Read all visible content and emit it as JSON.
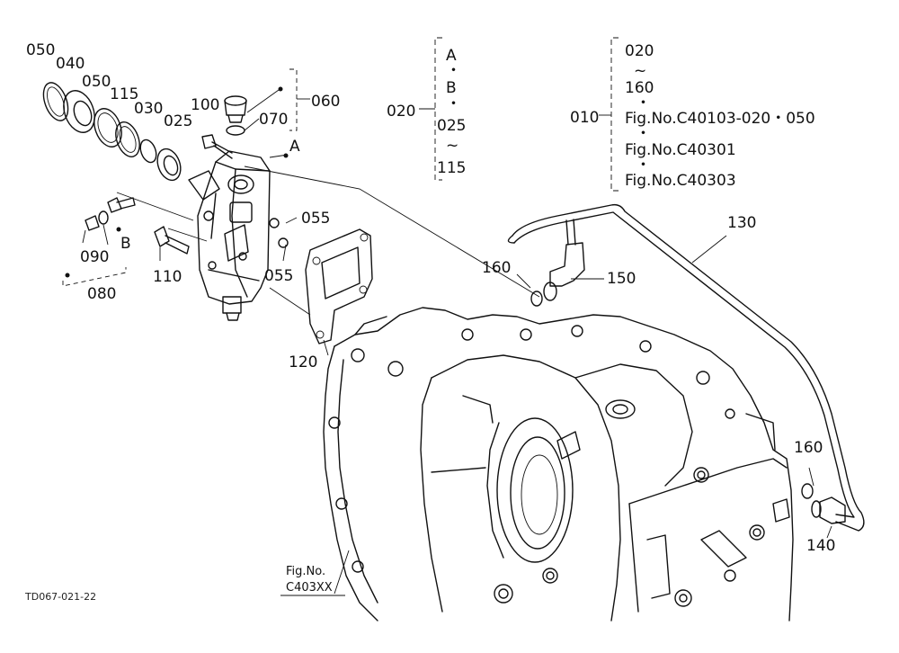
{
  "callouts": {
    "c050a": "050",
    "c040": "040",
    "c050b": "050",
    "c115": "115",
    "c030": "030",
    "c025": "025",
    "c100": "100",
    "c070": "070",
    "c060": "060",
    "cA": "A",
    "c055a": "055",
    "c055b": "055",
    "c090": "090",
    "cB": "B",
    "c110": "110",
    "c080": "080",
    "c120": "120",
    "c160a": "160",
    "c150": "150",
    "c130": "130",
    "c160b": "160",
    "c140": "140"
  },
  "group020": {
    "number": "020",
    "lines": [
      "A",
      "・",
      "B",
      "・",
      "025",
      "~",
      "115"
    ]
  },
  "group010": {
    "number": "010",
    "lines": [
      "020",
      "~",
      "160",
      "・",
      "Fig.No.C40103-020・050",
      "・",
      "Fig.No.C40301",
      "・",
      "Fig.No.C40303"
    ]
  },
  "figref": {
    "line1": "Fig.No.",
    "line2": "C403XX"
  },
  "drawing_code": "TD067-021-22"
}
